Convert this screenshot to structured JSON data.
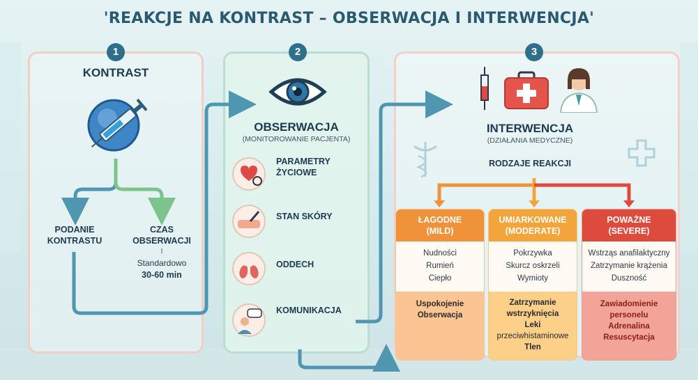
{
  "title": "'REAKCJE NA KONTRAST – OBSERWACJA I INTERWENCJA'",
  "step1": {
    "number": "1",
    "heading": "KONTRAST",
    "left_label_1": "PODANIE",
    "left_label_2": "KONTRASTU",
    "right_label_1": "CZAS",
    "right_label_2": "OBSERWACJI",
    "divider": "I",
    "right_note": "Standardowo",
    "right_time": "30-60 min"
  },
  "step2": {
    "number": "2",
    "heading": "OBSERWACJA",
    "subheading": "(MONITOROWANIE PACJENTA)",
    "items": [
      {
        "label_1": "PARAMETRY",
        "label_2": "ŻYCIOWE",
        "icon": "heart-monitor-icon"
      },
      {
        "label_1": "STAN SKÓRY",
        "label_2": "",
        "icon": "skin-icon"
      },
      {
        "label_1": "ODDECH",
        "label_2": "",
        "icon": "lungs-icon"
      },
      {
        "label_1": "KOMUNIKACJA",
        "label_2": "",
        "icon": "speech-icon"
      }
    ]
  },
  "step3": {
    "number": "3",
    "heading": "INTERWENCJA",
    "subheading": "(DZIAŁANIA MEDYCZNE)",
    "types_label": "RODZAJE REAKCJI",
    "columns": [
      {
        "title": "ŁAGODNE",
        "subtitle": "(MILD)",
        "color": "#f0923a",
        "symptoms": [
          "Nudności",
          "Rumień",
          "Ciepło"
        ],
        "actions": [
          {
            "text": "Uspokojenie",
            "bold": true
          },
          {
            "text": "Obserwacja",
            "bold": true
          }
        ]
      },
      {
        "title": "UMIARKOWANE",
        "subtitle": "(MODERATE)",
        "color": "#f3a53b",
        "symptoms": [
          "Pokrzywka",
          "Skurcz oskrzeli",
          "Wymioty"
        ],
        "actions": [
          {
            "text": "Zatrzymanie",
            "bold": true
          },
          {
            "text": "wstrzyknięcia",
            "bold": true
          },
          {
            "text": "Leki",
            "bold": true
          },
          {
            "text": "przeciwhistaminowe",
            "bold": false
          },
          {
            "text": "Tlen",
            "bold": true
          }
        ]
      },
      {
        "title": "POWAŻNE",
        "subtitle": "(SEVERE)",
        "color": "#dd4b3c",
        "symptoms": [
          "Wstrząs anafilaktyczny",
          "Zatrzymanie krążenia",
          "Duszność"
        ],
        "actions": [
          {
            "text": "Zawiadomienie",
            "bold": true
          },
          {
            "text": "personelu",
            "bold": true
          },
          {
            "text": "Adrenalina",
            "bold": true
          },
          {
            "text": "Resuscytacja",
            "bold": true
          }
        ]
      }
    ]
  },
  "colors": {
    "title": "#2a5a70",
    "flow_blue": "#4f96b0",
    "flow_green": "#8ecf9a",
    "mild_body": "#fde1c7",
    "moderate_body": "#fde6bf",
    "severe_body": "#f7c9bf"
  }
}
